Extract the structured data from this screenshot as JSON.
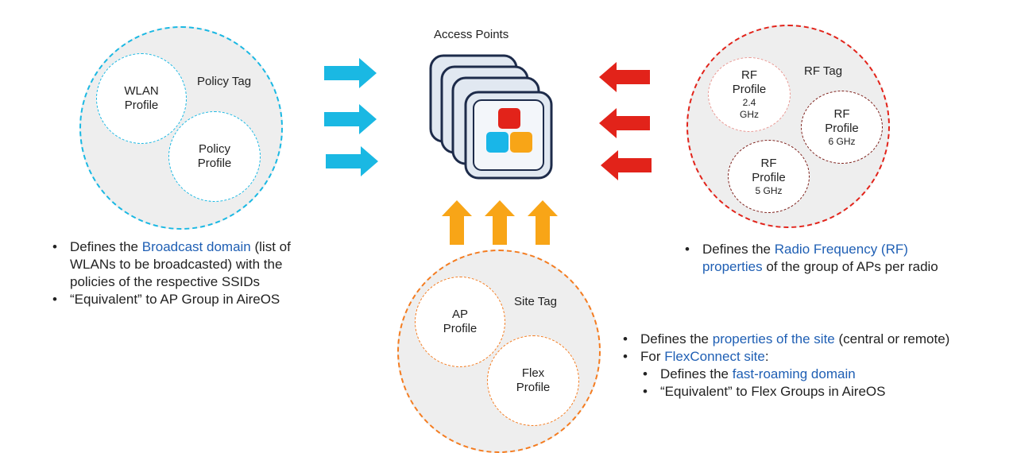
{
  "center": {
    "title": "Access Points"
  },
  "policy_tag": {
    "label": "Policy Tag",
    "wlan_profile": [
      "WLAN",
      "Profile"
    ],
    "policy_profile": [
      "Policy",
      "Profile"
    ],
    "bullets": [
      {
        "pre": "Defines the ",
        "hl": "Broadcast domain",
        "post": " (list of"
      },
      {
        "pre": "WLANs to be broadcasted) with the",
        "hl": "",
        "post": ""
      },
      {
        "pre": "policies of the respective SSIDs",
        "hl": "",
        "post": ""
      },
      {
        "pre": "“Equivalent” to AP Group in AireOS",
        "hl": "",
        "post": ""
      }
    ]
  },
  "rf_tag": {
    "label": "RF Tag",
    "rf_24": [
      "RF",
      "Profile",
      "2.4",
      "GHz"
    ],
    "rf_6": [
      "RF",
      "Profile",
      "6 GHz"
    ],
    "rf_5": [
      "RF",
      "Profile",
      "5 GHz"
    ],
    "bullets": [
      {
        "pre": "Defines the ",
        "hl": "Radio Frequency (RF)",
        "post": ""
      },
      {
        "pre": "",
        "hl": "properties",
        "post": " of the group of APs per radio"
      }
    ]
  },
  "site_tag": {
    "label": "Site Tag",
    "ap_profile": [
      "AP",
      "Profile"
    ],
    "flex_profile": [
      "Flex",
      "Profile"
    ],
    "bullets": [
      {
        "pre": "Defines the ",
        "hl": "properties of the site",
        "post": " (central or remote)"
      },
      {
        "pre": "For ",
        "hl": "FlexConnect site",
        "post": ":"
      },
      {
        "pre": "Defines the ",
        "hl": "fast-roaming domain",
        "post": ""
      },
      {
        "pre": "“Equivalent” to Flex Groups in AireOS",
        "hl": "",
        "post": ""
      }
    ]
  },
  "colors": {
    "policy": "#1ab8e3",
    "rf": "#e2231a",
    "site": "#f47c20",
    "arrow_up": "#f8a517",
    "ap_red": "#e2231a",
    "ap_blue": "#19b6e8",
    "ap_orange": "#f8a517",
    "ap_dark": "#1d2b4a",
    "link": "#1f5fb4"
  }
}
